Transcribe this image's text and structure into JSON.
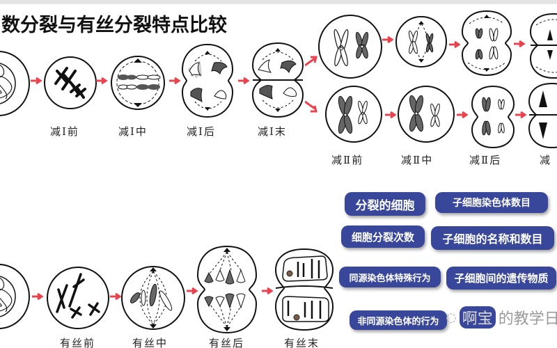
{
  "header": {
    "title": "数分裂与有丝分裂特点比较"
  },
  "meiosis": {
    "row1_labels": [
      "减Ⅰ前",
      "减Ⅰ中",
      "减Ⅰ后",
      "减Ⅰ末"
    ],
    "row2_labels": [
      "减Ⅱ前",
      "减Ⅱ中",
      "减Ⅱ后",
      "减"
    ]
  },
  "mitosis": {
    "labels": [
      "有丝前",
      "有丝中",
      "有丝后",
      "有丝末"
    ]
  },
  "comparison_buttons": [
    {
      "label": "分裂的细胞"
    },
    {
      "label": "子细胞染色体数目"
    },
    {
      "label": "细胞分裂次数"
    },
    {
      "label": "子细胞的名称和数目"
    },
    {
      "label": "同源染色体特殊行为"
    },
    {
      "label": "子细胞间的遗传物质"
    },
    {
      "label": "非同源染色体的行为"
    }
  ],
  "watermark": {
    "pill_text": "啊宝",
    "text": "的教学日"
  },
  "colors": {
    "button_bg": "#38479a",
    "arrow": "#e8434f",
    "chromosome_gray": "#777777",
    "topbar": "#e4e4e4"
  }
}
